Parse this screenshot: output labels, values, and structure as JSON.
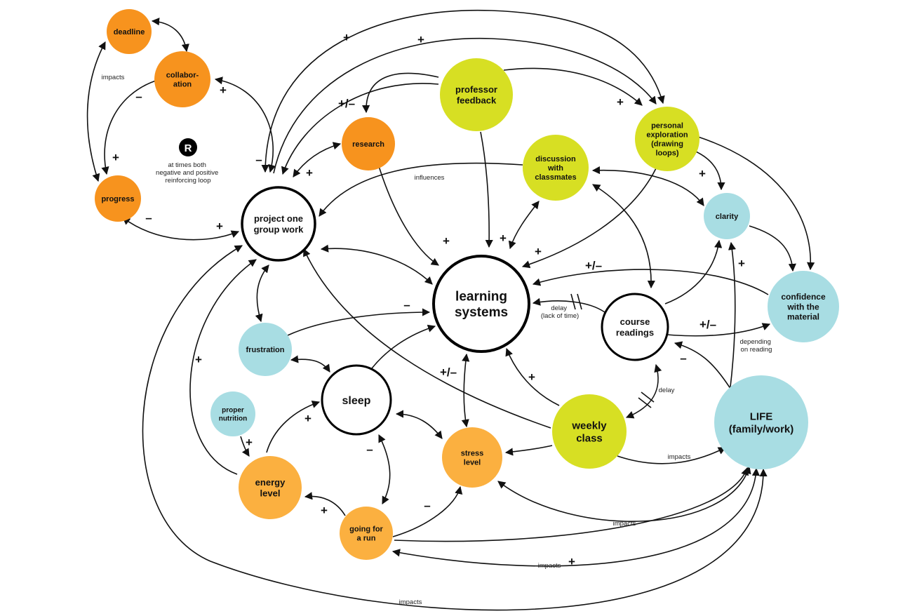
{
  "colors": {
    "orange": "#f7931e",
    "light_orange": "#fbb040",
    "lime": "#d7df23",
    "light_blue": "#a8dde3",
    "white": "#ffffff",
    "black": "#000000"
  },
  "nodes": {
    "deadline": {
      "lines": [
        "deadline"
      ]
    },
    "collaboration": {
      "lines": [
        "collabor-",
        "ation"
      ]
    },
    "progress": {
      "lines": [
        "progress"
      ]
    },
    "research": {
      "lines": [
        "research"
      ]
    },
    "project": {
      "lines": [
        "project one",
        "group work"
      ]
    },
    "professor": {
      "lines": [
        "professor",
        "feedback"
      ]
    },
    "discussion": {
      "lines": [
        "discussion",
        "with",
        "classmates"
      ]
    },
    "exploration": {
      "lines": [
        "personal",
        "exploration",
        "(drawing",
        "loops)"
      ]
    },
    "clarity": {
      "lines": [
        "clarity"
      ]
    },
    "learning": {
      "lines": [
        "learning",
        "systems"
      ]
    },
    "confidence": {
      "lines": [
        "confidence",
        "with the",
        "material"
      ]
    },
    "readings": {
      "lines": [
        "course",
        "readings"
      ]
    },
    "frustration": {
      "lines": [
        "frustration"
      ]
    },
    "sleep": {
      "lines": [
        "sleep"
      ]
    },
    "nutrition": {
      "lines": [
        "proper",
        "nutrition"
      ]
    },
    "energy": {
      "lines": [
        "energy",
        "level"
      ]
    },
    "stress": {
      "lines": [
        "stress",
        "level"
      ]
    },
    "weekly": {
      "lines": [
        "weekly",
        "class"
      ]
    },
    "life": {
      "lines": [
        "LIFE",
        "(family/work)"
      ]
    },
    "run": {
      "lines": [
        "going for",
        "a run"
      ]
    }
  },
  "reinforcing": {
    "badge": "R",
    "lines": [
      "at times both",
      "negative and positive",
      "reinforcing loop"
    ]
  },
  "edge_labels": {
    "impacts_deadline": "impacts",
    "influences": "influences",
    "delay_lack": [
      "delay",
      "(lack of time)"
    ],
    "depending": [
      "depending",
      "on reading"
    ],
    "delay": "delay",
    "impacts_weekly": "impacts",
    "impacts_stress": "impacts",
    "impacts_run": "impacts",
    "impacts_bottom": "impacts"
  },
  "signs": {
    "plus": "+",
    "minus": "–",
    "plus_minus": "+/–"
  }
}
